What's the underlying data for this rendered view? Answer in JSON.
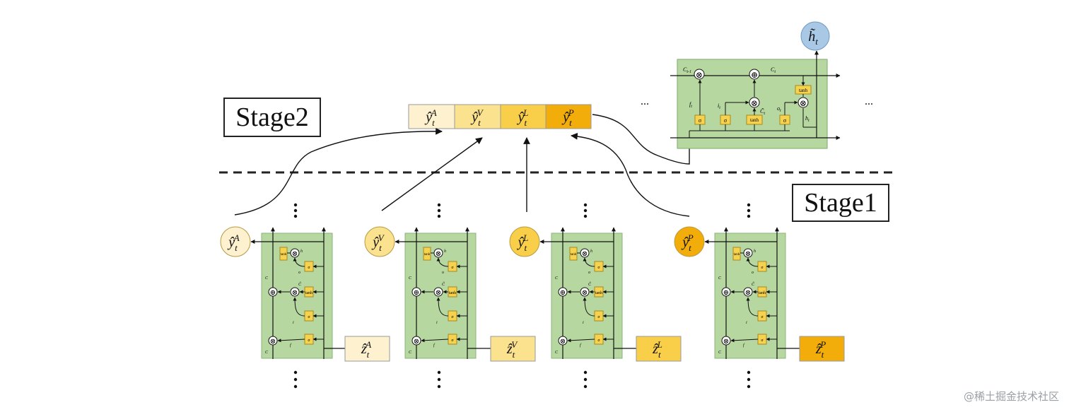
{
  "labels": {
    "stage2": "Stage2",
    "stage1": "Stage1",
    "ellipsis": "...",
    "watermark": "@稀土掘金技术社区"
  },
  "colors": {
    "A": "#fdf1cf",
    "V": "#fbe28e",
    "L": "#f9cf4a",
    "P": "#f2ad0b",
    "cell_fill": "#b6d7a0",
    "cell_stroke": "#8bb37a",
    "gate_fill": "#f6d24f",
    "h_node": "#a8c8e6"
  },
  "modalities": [
    {
      "key": "A",
      "y_label": "ŷ",
      "sup": "A",
      "z_label": "ẑ"
    },
    {
      "key": "V",
      "y_label": "ŷ",
      "sup": "V",
      "z_label": "ẑ"
    },
    {
      "key": "L",
      "y_label": "ŷ",
      "sup": "L",
      "z_label": "ẑ"
    },
    {
      "key": "P",
      "y_label": "ŷ",
      "sup": "P",
      "z_label": "ẑ"
    }
  ],
  "subscript": "t",
  "h_node": {
    "label": "h̃",
    "sub": "t"
  },
  "stage2_cell": {
    "c_prev": "C_{t-1}",
    "c_t": "C_t",
    "f_t": "f_t",
    "i_t": "i_t",
    "o_t": "o_t",
    "c_tilde": "C̃_t",
    "h_t": "h_t",
    "sigma": "σ",
    "tanh": "tanh"
  },
  "stage1_cell": {
    "sigma": "σ",
    "tanh": "tanh",
    "c_t": "C_t",
    "c_prev": "C_{t-1}",
    "f_t": "f_t",
    "i_t": "i_t",
    "o_t": "o_t",
    "c_tilde": "C̃_t",
    "h_t": "h_t"
  }
}
